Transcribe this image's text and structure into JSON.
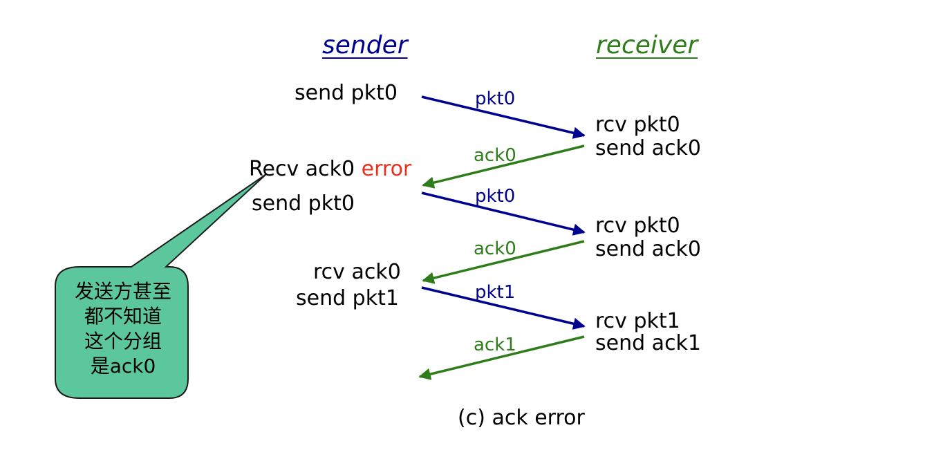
{
  "colors": {
    "sender": "#000090",
    "receiver": "#2e7d1a",
    "error": "#e8321e",
    "callout_fill": "#5cc79c",
    "callout_stroke": "#1a1a1a"
  },
  "headers": {
    "sender": "sender",
    "receiver": "receiver"
  },
  "sender_events": {
    "e1": "send pkt0",
    "e2_main": "Recv ack0",
    "e2_error": "error",
    "e3": "send pkt0",
    "e4": "rcv ack0",
    "e5": "send pkt1"
  },
  "receiver_events": {
    "r1a": "rcv pkt0",
    "r1b": "send ack0",
    "r2a": "rcv pkt0",
    "r2b": "send ack0",
    "r3a": "rcv pkt1",
    "r3b": "send ack1"
  },
  "messages": {
    "m1": "pkt0",
    "m2": "ack0",
    "m3": "pkt0",
    "m4": "ack0",
    "m5": "pkt1",
    "m6": "ack1"
  },
  "callout": {
    "text": "发送方甚至\n都不知道\n这个分组\n是ack0"
  },
  "caption": "(c) ack error"
}
